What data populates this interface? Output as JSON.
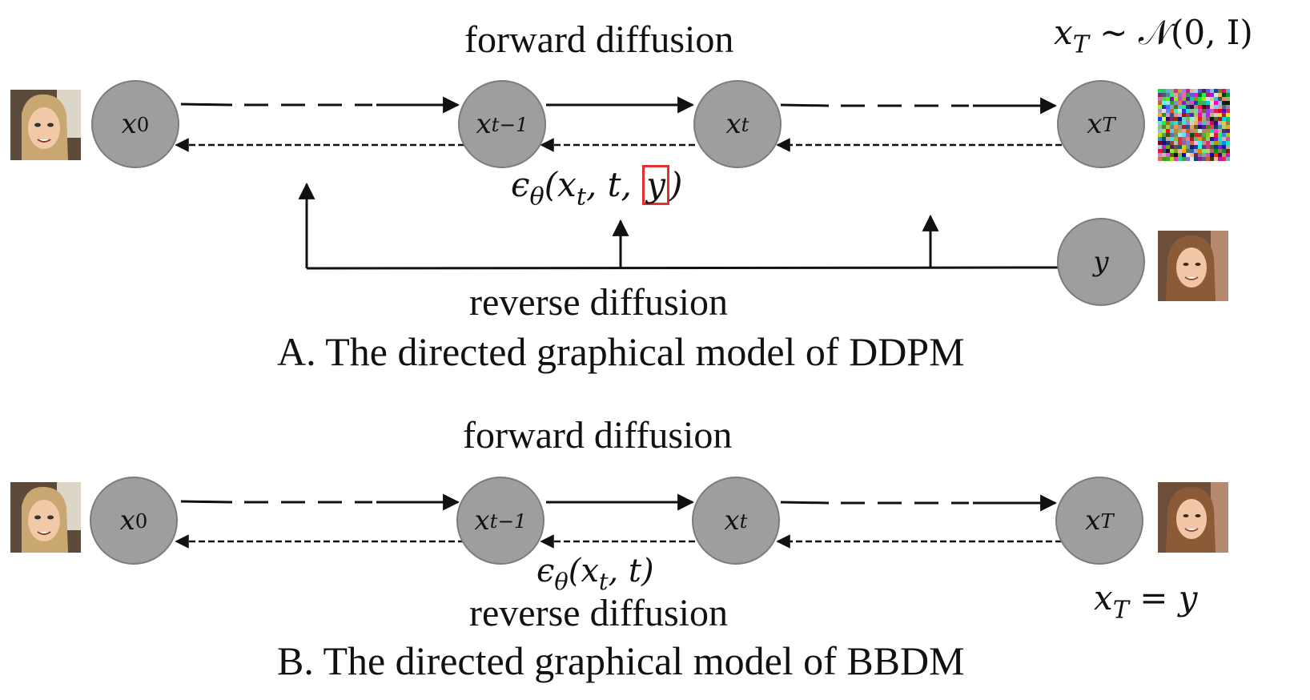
{
  "panel_a": {
    "forward_label": "forward diffusion",
    "reverse_label": "reverse diffusion",
    "caption": "A. The directed graphical model of DDPM",
    "prior_eq": {
      "lhs": "x",
      "lhs_sub": "T",
      "rest": " ~ 𝒩(0, I)"
    },
    "nodes": {
      "x0": {
        "base": "x",
        "sub": "0"
      },
      "xt1": {
        "base": "x",
        "sub": "t−1"
      },
      "xt": {
        "base": "x",
        "sub": "t"
      },
      "xT": {
        "base": "x",
        "sub": "T"
      },
      "y": {
        "base": "y"
      }
    },
    "eps": {
      "pre": "ϵ",
      "pre_sub": "θ",
      "mid": "(x",
      "mid_sub": "t",
      "after": ", t, ",
      "cond": "y",
      "close": ")"
    }
  },
  "panel_b": {
    "forward_label": "forward diffusion",
    "reverse_label": "reverse diffusion",
    "caption": "B. The directed graphical model of BBDM",
    "nodes": {
      "x0": {
        "base": "x",
        "sub": "0"
      },
      "xt1": {
        "base": "x",
        "sub": "t−1"
      },
      "xt": {
        "base": "x",
        "sub": "t"
      },
      "xT": {
        "base": "x",
        "sub": "T"
      }
    },
    "eps": {
      "pre": "ϵ",
      "pre_sub": "θ",
      "mid": "(x",
      "mid_sub": "t",
      "after": ", t)"
    },
    "end_eq": {
      "lhs": "x",
      "lhs_sub": "T",
      "rest": " = y"
    }
  },
  "colors": {
    "node_fill": "#9e9e9e",
    "highlight": "#e03030",
    "line": "#111111"
  },
  "icons": {
    "cartoon_face": "cartoon-face-image",
    "photo_face": "photo-face-image",
    "noise": "gaussian-noise-image"
  }
}
